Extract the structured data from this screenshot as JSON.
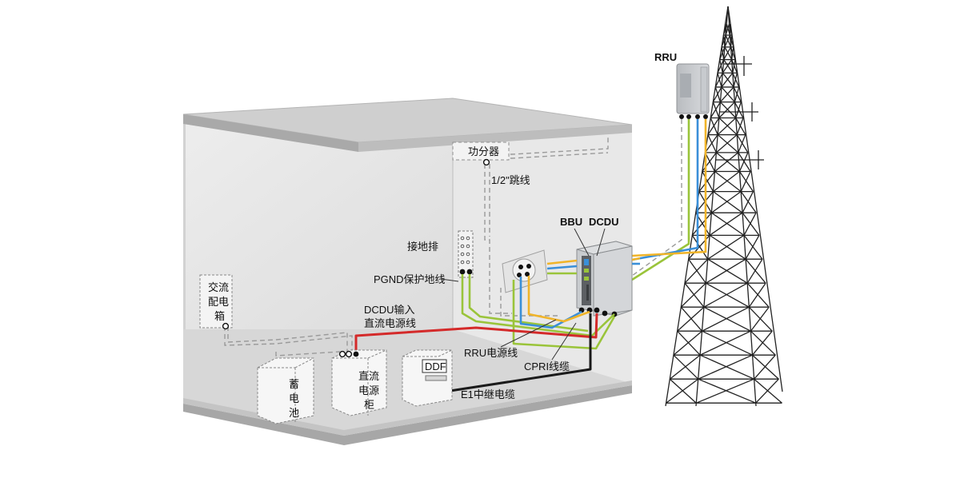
{
  "labels": {
    "rru": "RRU",
    "splitter": "功分器",
    "jumper": "1/2\"跳线",
    "bbu": "BBU",
    "dcdu": "DCDU",
    "ground_bar": "接地排",
    "pgnd": "PGND保护地线",
    "ac_box": [
      "交流",
      "配电",
      "箱"
    ],
    "dcdu_input_1": "DCDU输入",
    "dcdu_input_2": "直流电源线",
    "rru_power": "RRU电源线",
    "cpri": "CPRI线缆",
    "battery": [
      "蓄",
      "电",
      "池"
    ],
    "dc_cabinet": [
      "直流",
      "电源",
      "柜"
    ],
    "ddf": "DDF",
    "e1": "E1中继电缆"
  },
  "colors": {
    "red_cable": "#d42a2a",
    "green_cable": "#9ac43a",
    "yellow_cable": "#f0b429",
    "blue_cable": "#3a8fd8",
    "black_cable": "#1a1a1a",
    "wall": "#e3e3e3",
    "slab": "#c9c9c9",
    "tower": "#222222",
    "equipment": "#bfc2c5"
  }
}
